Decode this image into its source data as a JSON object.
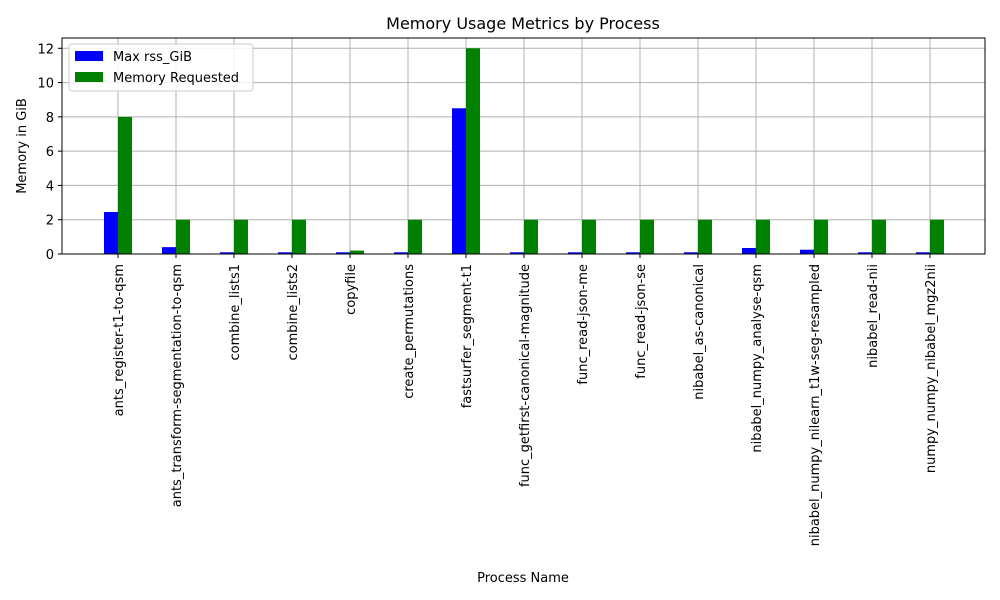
{
  "chart_data": {
    "type": "bar",
    "title": "Memory Usage Metrics by Process",
    "xlabel": "Process Name",
    "ylabel": "Memory in GiB",
    "ylim": [
      0,
      12.6
    ],
    "yticks": [
      0,
      2,
      4,
      6,
      8,
      10,
      12
    ],
    "grid": true,
    "legend_position": "top-left",
    "categories": [
      "ants_register-t1-to-qsm",
      "ants_transform-segmentation-to-qsm",
      "combine_lists1",
      "combine_lists2",
      "copyfile",
      "create_permutations",
      "fastsurfer_segment-t1",
      "func_getfirst-canonical-magnitude",
      "func_read-json-me",
      "func_read-json-se",
      "nibabel_as-canonical",
      "nibabel_numpy_analyse-qsm",
      "nibabel_numpy_nilearn_t1w-seg-resampled",
      "nibabel_read-nii",
      "numpy_numpy_nibabel_mgz2nii"
    ],
    "series": [
      {
        "name": "Max rss_GiB",
        "color": "#0000ff",
        "values": [
          2.45,
          0.4,
          0.1,
          0.1,
          0.1,
          0.1,
          8.5,
          0.1,
          0.1,
          0.1,
          0.1,
          0.35,
          0.25,
          0.1,
          0.1
        ]
      },
      {
        "name": "Memory Requested",
        "color": "#008000",
        "values": [
          8,
          2,
          2,
          2,
          0.2,
          2,
          12,
          2,
          2,
          2,
          2,
          2,
          2,
          2,
          2
        ]
      }
    ]
  }
}
